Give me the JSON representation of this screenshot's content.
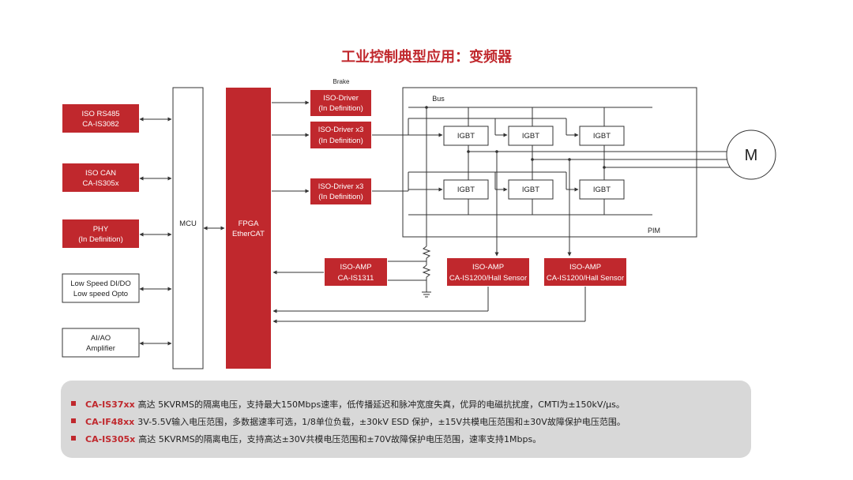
{
  "title": "工业控制典型应用：变频器",
  "colors": {
    "accent": "#c0282d",
    "panel": "#d8d8d8"
  },
  "left_blocks": [
    {
      "line1": "ISO RS485",
      "line2": "CA-IS3082",
      "style": "red"
    },
    {
      "line1": "ISO CAN",
      "line2": "CA-IS305x",
      "style": "red"
    },
    {
      "line1": "PHY",
      "line2": "(In Definition)",
      "style": "red"
    },
    {
      "line1": "Low Speed DI/DO",
      "line2": "Low speed Opto",
      "style": "white"
    },
    {
      "line1": "AI/AO",
      "line2": "Amplifier",
      "style": "white"
    }
  ],
  "mcu": "MCU",
  "fpga": {
    "line1": "FPGA",
    "line2": "EtherCAT"
  },
  "brake_label": "Brake",
  "drivers": [
    {
      "line1": "ISO-Driver",
      "line2": "(In Definition)"
    },
    {
      "line1": "ISO-Driver x3",
      "line2": "(In Definition)"
    },
    {
      "line1": "ISO-Driver x3",
      "line2": "(In Definition)"
    }
  ],
  "bus_label": "Bus",
  "pim_label": "PIM",
  "igbt_label": "IGBT",
  "motor_label": "M",
  "amps": [
    {
      "line1": "ISO-AMP",
      "line2": "CA-IS1311"
    },
    {
      "line1": "ISO-AMP",
      "line2": "CA-IS1200/Hall Sensor"
    },
    {
      "line1": "ISO-AMP",
      "line2": "CA-IS1200/Hall Sensor"
    }
  ],
  "notes": [
    {
      "part": "CA-IS37xx",
      "text": "高达 5KVRMS的隔离电压，支持最大150Mbps速率，低传播延迟和脉冲宽度失真，优异的电磁抗扰度，CMTI为±150kV/µs。"
    },
    {
      "part": "CA-IF48xx",
      "text": "3V-5.5V输入电压范围，多数据速率可选，1/8单位负载，±30kV ESD 保护，±15V共模电压范围和±30V故障保护电压范围。"
    },
    {
      "part": "CA-IS305x",
      "text": "高达 5KVRMS的隔离电压，支持高达±30V共模电压范围和±70V故障保护电压范围，速率支持1Mbps。"
    }
  ]
}
